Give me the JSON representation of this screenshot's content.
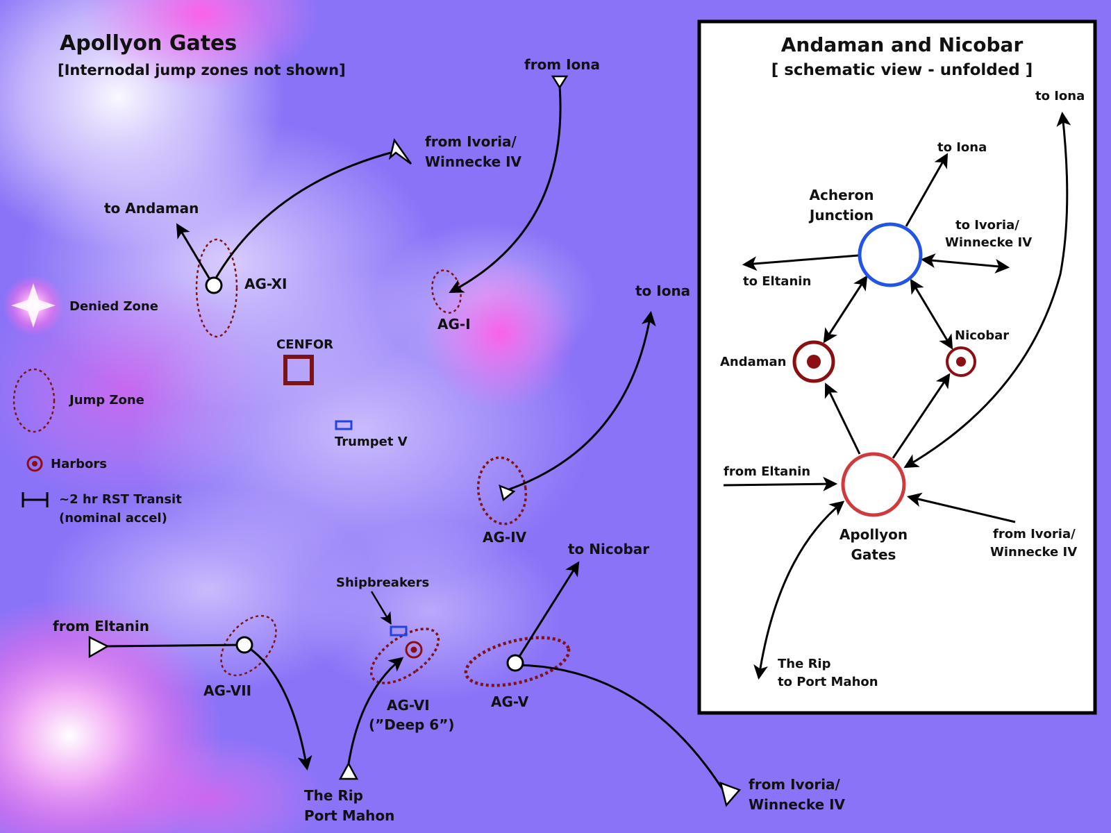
{
  "main": {
    "title": "Apollyon Gates",
    "subtitle": "[Internodal jump zones not shown]",
    "labels": {
      "to_andaman": "to Andaman",
      "from_ivoria_1": "from Ivoria/",
      "from_ivoria_2": "Winnecke IV",
      "from_iona": "from Iona",
      "ag_xi": "AG-XI",
      "ag_i": "AG-I",
      "cenfor": "CENFOR",
      "trumpet": "Trumpet V",
      "to_iona": "to Iona",
      "ag_iv": "AG-IV",
      "to_nicobar": "to Nicobar",
      "shipbreakers": "Shipbreakers",
      "from_eltanin": "from Eltanin",
      "ag_vii": "AG-VII",
      "ag_vi": "AG-VI",
      "ag_vi_alias": "(”Deep 6”)",
      "ag_v": "AG-V",
      "rip_1": "The Rip",
      "rip_2": "Port Mahon",
      "bottom_ivoria_1": "from Ivoria/",
      "bottom_ivoria_2": "Winnecke IV"
    }
  },
  "legend": {
    "denied_zone": "Denied Zone",
    "jump_zone": "Jump Zone",
    "harbors": "Harbors",
    "transit_1": "~2 hr RST Transit",
    "transit_2": "(nominal accel)"
  },
  "inset": {
    "title": "Andaman and Nicobar",
    "subtitle": "[ schematic view - unfolded ]",
    "labels": {
      "to_iona_top": "to Iona",
      "to_iona": "to Iona",
      "acheron_1": "Acheron",
      "acheron_2": "Junction",
      "to_ivoria_1": "to Ivoria/",
      "to_ivoria_2": "Winnecke IV",
      "to_eltanin": "to Eltanin",
      "nicobar": "Nicobar",
      "andaman": "Andaman",
      "from_eltanin": "from Eltanin",
      "apollyon_1": "Apollyon",
      "apollyon_2": "Gates",
      "from_ivoria_1": "from Ivoria/",
      "from_ivoria_2": "Winnecke IV",
      "rip_1": "The Rip",
      "rip_2": "to Port Mahon"
    }
  },
  "colors": {
    "background": "#8a73f7",
    "jump_zone": "#7a1418",
    "harbor": "#8b0f12",
    "acheron_ring": "#2255e6",
    "apollyon_ring": "#d03a3a",
    "trumpet_marker": "#2244dd",
    "denied_glow": "#ff66e0"
  }
}
